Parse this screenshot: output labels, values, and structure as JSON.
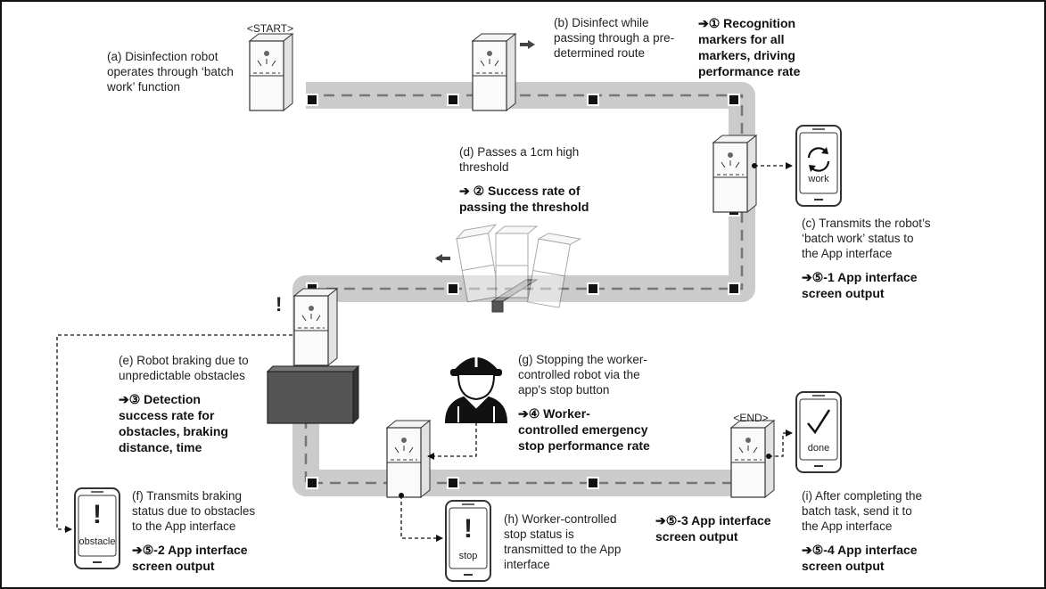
{
  "labels": {
    "start": "<START>",
    "end": "<END>",
    "exclaim": "!"
  },
  "steps": {
    "a": {
      "caption": "(a) Disinfection robot\noperates through ‘batch\nwork’ function"
    },
    "b": {
      "caption": "(b) Disinfect while\npassing through a pre-\ndetermined route",
      "result": "➔① Recognition\nmarkers for all\nmarkers, driving\nperformance rate"
    },
    "c": {
      "caption": "(c) Transmits the robot’s\n‘batch work’ status to\nthe App interface",
      "result": "➔⑤-1 App interface\nscreen output"
    },
    "d": {
      "caption": "(d) Passes a 1cm high\nthreshold",
      "result": "➔ ② Success rate of\npassing the threshold"
    },
    "e": {
      "caption": "(e) Robot braking due to\nunpredictable obstacles",
      "result": "➔③ Detection\nsuccess rate for\nobstacles, braking\ndistance, time"
    },
    "f": {
      "caption": "(f) Transmits braking\nstatus due to obstacles\nto the App interface",
      "result": "➔⑤-2 App interface\nscreen output"
    },
    "g": {
      "caption": "(g) Stopping the worker-\ncontrolled robot via the\napp's stop button",
      "result": "➔④ Worker-\ncontrolled emergency\nstop performance rate"
    },
    "h": {
      "caption": "(h) Worker-controlled\nstop status is\ntransmitted to the App\ninterface"
    },
    "i": {
      "caption": "(i) After completing the\nbatch task, send it to\nthe App interface",
      "result": "➔⑤-4 App interface\nscreen output"
    },
    "output3": {
      "result": "➔⑤-3 App interface\nscreen output"
    }
  },
  "phones": {
    "work": {
      "label": "work",
      "icon": "refresh-icon"
    },
    "obstacle": {
      "label": "obstacle",
      "icon": "exclamation-icon",
      "glyph": "!"
    },
    "stop": {
      "label": "stop",
      "icon": "exclamation-icon",
      "glyph": "!"
    },
    "done": {
      "label": "done",
      "icon": "checkmark-icon"
    }
  }
}
